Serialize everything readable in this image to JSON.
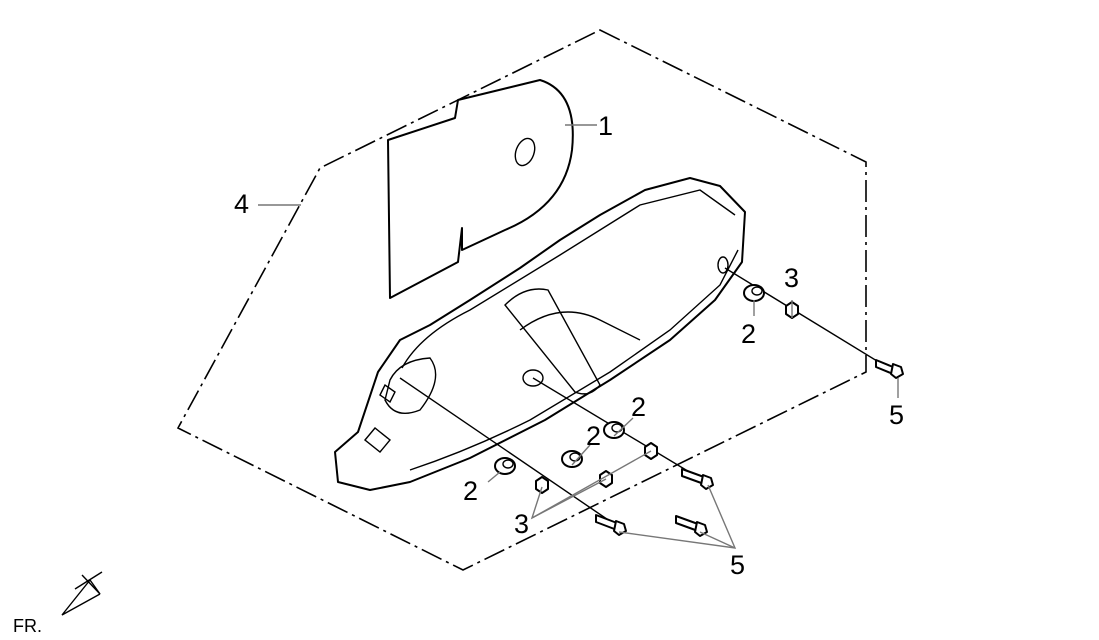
{
  "callouts": {
    "c1": "1",
    "c2a": "2",
    "c2b": "2",
    "c2c": "2",
    "c2d": "2",
    "c3a": "3",
    "c3b": "3",
    "c4": "4",
    "c5a": "5",
    "c5b": "5"
  },
  "direction_label": "FR."
}
